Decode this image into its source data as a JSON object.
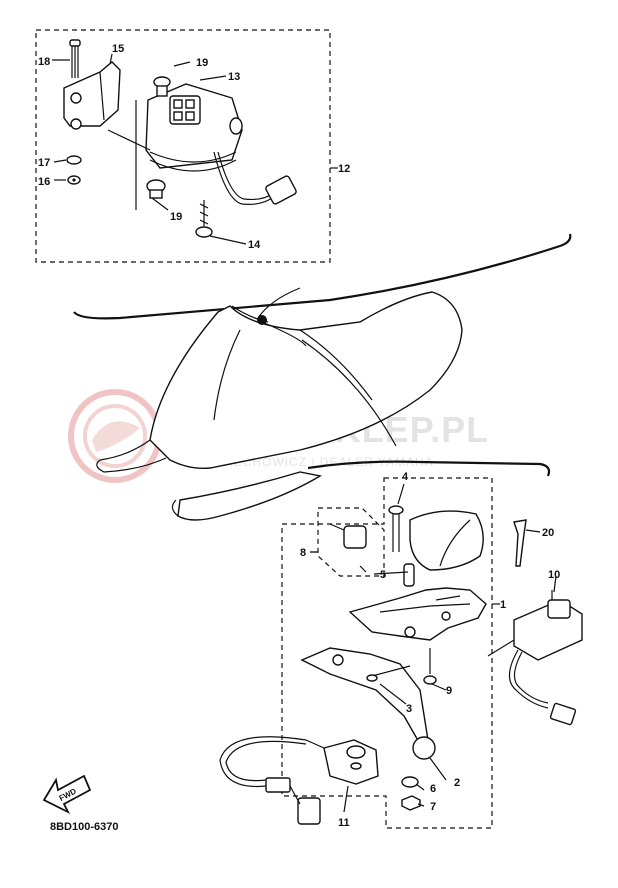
{
  "watermark": {
    "brand": "YAMA-SKLEP.PL",
    "tagline": "WOJCIECHOWICZ | DEALER YAMAHA",
    "logo_color": "#e8a0a0"
  },
  "diagram_code": "8BD100-6370",
  "fwd_label": "FWD",
  "callouts": {
    "c1": "1",
    "c2": "2",
    "c3": "3",
    "c4": "4",
    "c5": "5",
    "c6": "6",
    "c7": "7",
    "c8": "8",
    "c9": "9",
    "c10": "10",
    "c11": "11",
    "c12": "12",
    "c13": "13",
    "c14": "14",
    "c15": "15",
    "c16": "16",
    "c17": "17",
    "c18": "18",
    "c19a": "19",
    "c19b": "19",
    "c20": "20"
  }
}
